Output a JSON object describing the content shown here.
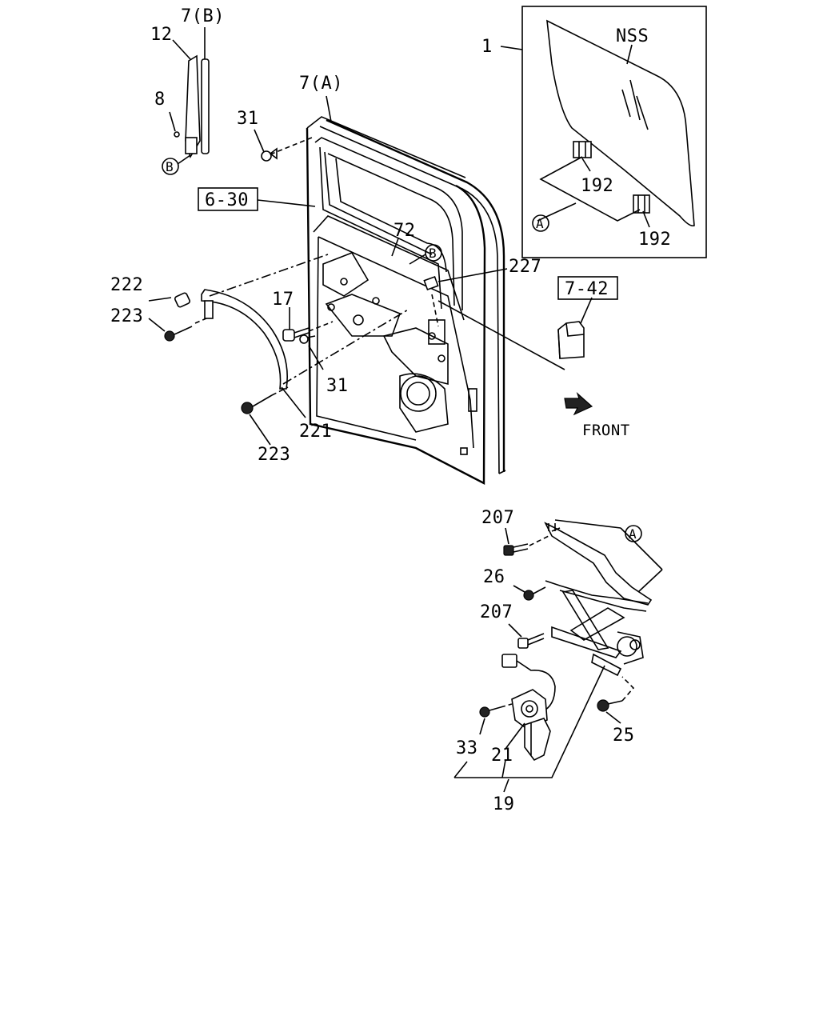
{
  "labels": {
    "p7b": "7(B)",
    "p12": "12",
    "p8": "8",
    "pB1": "B",
    "p31a": "31",
    "p7a": "7(A)",
    "p630": "6-30",
    "p72": "72",
    "pB2": "B",
    "p227": "227",
    "p742": "7-42",
    "p222": "222",
    "p223a": "223",
    "p17": "17",
    "p31b": "31",
    "p221": "221",
    "p223b": "223",
    "front": "FRONT",
    "p1": "1",
    "nss": "NSS",
    "p192a": "192",
    "pA1": "A",
    "p192b": "192",
    "p207a": "207",
    "pA2": "A",
    "p26": "26",
    "p207b": "207",
    "p25": "25",
    "p33": "33",
    "p21": "21",
    "p19": "19"
  }
}
